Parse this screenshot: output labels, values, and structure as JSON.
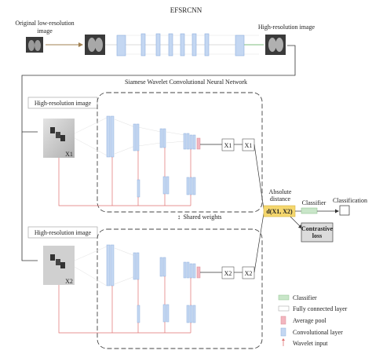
{
  "title": "EFSRCNN",
  "top": {
    "input_label_line1": "Original low-resolution",
    "input_label_line2": "image",
    "output_label": "High-resolution image"
  },
  "siamese": {
    "title": "Siamese Wavelet Convolutional Neural Network",
    "branch1": {
      "input_label": "High-resolution image",
      "tile_label": "X1",
      "feat1": "X1",
      "feat2": "X1"
    },
    "branch2": {
      "input_label": "High-resolution image",
      "tile_label": "X2",
      "feat1": "X2",
      "feat2": "X2"
    },
    "shared_weights": "Shared weights"
  },
  "head": {
    "distance_label_line1": "Absolute",
    "distance_label_line2": "distance",
    "distance_formula": "d(X1, X2)",
    "classifier_label": "Classifier",
    "classification_label": "Classification",
    "loss_line1": "Contrastive",
    "loss_line2": "loss"
  },
  "legend": [
    {
      "label": "Classifier",
      "color": "#c9e6c9"
    },
    {
      "label": "Fully connected layer",
      "color": "#ffffff"
    },
    {
      "label": "Average pool",
      "color": "#f3b6bf"
    },
    {
      "label": "Convolutional layer",
      "color": "#c4d7f2"
    },
    {
      "label": "Wavelet input",
      "color": "#e07070"
    }
  ],
  "colors": {
    "conv": "#c4d7f2",
    "conv_stroke": "#8fb0de",
    "pool": "#f3b6bf",
    "classifier": "#c9e6c9",
    "distance": "#f5d76e",
    "wavelet_line": "#e07070"
  }
}
